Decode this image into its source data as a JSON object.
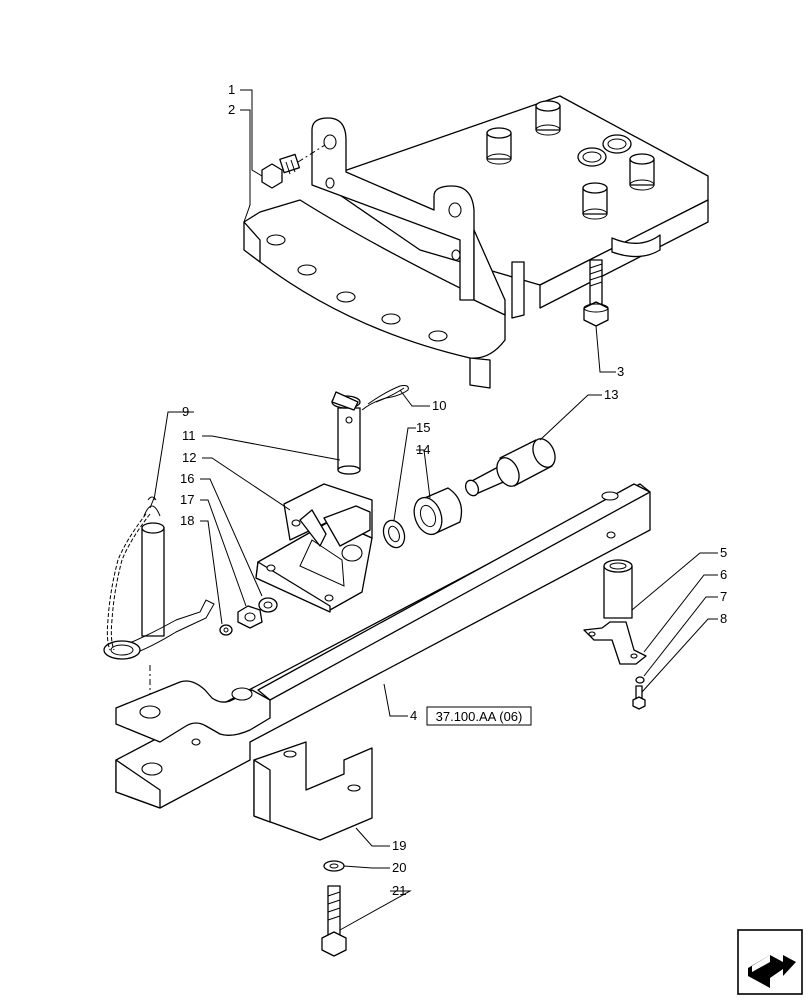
{
  "callouts": [
    "1",
    "2",
    "3",
    "4",
    "5",
    "6",
    "7",
    "8",
    "9",
    "10",
    "11",
    "12",
    "13",
    "14",
    "15",
    "16",
    "17",
    "18",
    "19",
    "20",
    "21"
  ],
  "reference_box": "37.100.AA (06)",
  "icon": "next-page-arrow-icon"
}
